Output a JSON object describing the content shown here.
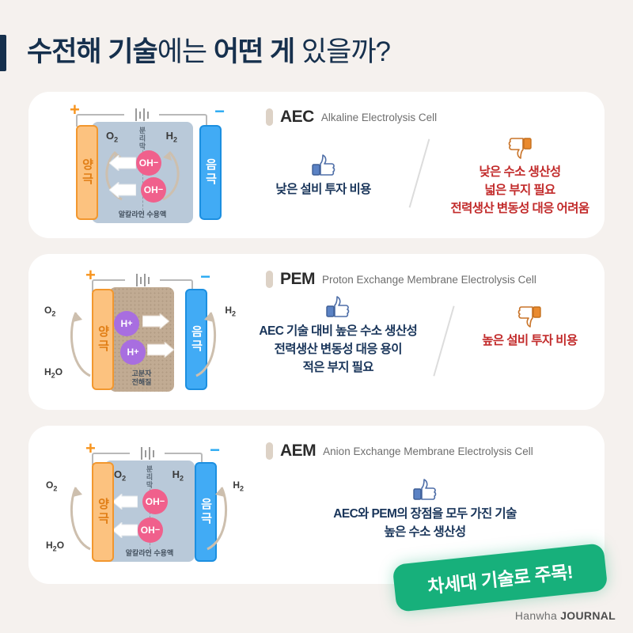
{
  "page": {
    "title_bold_1": "수전해 기술",
    "title_light_1": "에는 ",
    "title_bold_2": "어떤 게 ",
    "title_light_2": "있을까?",
    "accent_navy": "#16304d",
    "background": "#f5f1ee"
  },
  "diagram_labels": {
    "plus": "+",
    "minus": "−",
    "anode": "양극",
    "cathode": "음극",
    "separator": "분리막",
    "o2": "O",
    "o2_sub": "2",
    "h2": "H",
    "h2_sub": "2",
    "h2o": "H",
    "h2o_sub1": "2",
    "h2o_tail": "O",
    "alkaline": "알칼라인 수용액",
    "polymer_line1": "고분자",
    "polymer_line2": "전해질",
    "ion_oh": "OH",
    "ion_oh_sup": "−",
    "ion_h": "H",
    "ion_h_sup": "+"
  },
  "cards": [
    {
      "id": "aec",
      "abbr": "AEC",
      "full": "Alkaline Electrolysis Cell",
      "diagram_type": "alkaline-internal",
      "pros": [
        "낮은 설비 투자 비용"
      ],
      "cons": [
        "낮은 수소 생산성",
        "넓은 부지 필요",
        "전력생산 변동성 대응 어려움"
      ]
    },
    {
      "id": "pem",
      "abbr": "PEM",
      "full": "Proton Exchange Membrane Electrolysis Cell",
      "diagram_type": "polymer",
      "pros": [
        "AEC 기술 대비 높은 수소 생산성",
        "전력생산 변동성 대응 용이",
        "적은 부지 필요"
      ],
      "cons": [
        "높은 설비 투자 비용"
      ]
    },
    {
      "id": "aem",
      "abbr": "AEM",
      "full": "Anion Exchange Membrane Electrolysis Cell",
      "diagram_type": "alkaline-external",
      "pros": [
        "AEC와 PEM의 장점을 모두 가진 기술",
        "높은 수소 생산성"
      ],
      "cons": []
    }
  ],
  "badge": {
    "label": "차세대 기술로 주목!",
    "color": "#17b07b"
  },
  "footer": {
    "brand_light": "Hanwha ",
    "brand_bold": "JOURNAL"
  },
  "colors": {
    "anode": "#fcc27f",
    "cathode": "#41abf5",
    "cell": "#b9c9d9",
    "cell_polymer": "#c1ab93",
    "ion_oh": "#f0608c",
    "ion_h": "#a86ee0",
    "pros_text": "#19355a",
    "cons_text": "#c22b2b",
    "pill": "#ddd2c6"
  }
}
